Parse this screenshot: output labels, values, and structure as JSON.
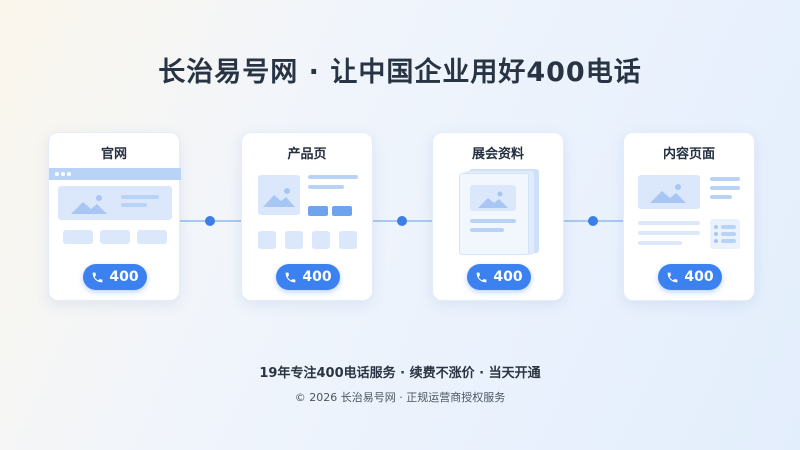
{
  "title": "长治易号网 · 让中国企业用好400电话",
  "cards": [
    {
      "title": "官网",
      "button": "400"
    },
    {
      "title": "产品页",
      "button": "400"
    },
    {
      "title": "展会资料",
      "button": "400"
    },
    {
      "title": "内容页面",
      "button": "400"
    }
  ],
  "footer": {
    "tagline": "19年专注400电话服务 · 续费不涨价 · 当天开通",
    "copyright": "© 2026 长治易号网 · 正规运营商授权服务"
  },
  "colors": {
    "accent": "#3b82f0",
    "title": "#283444",
    "mock_light": "#dbe8fb",
    "mock_mid": "#b9d3f6"
  },
  "icons": [
    "phone-icon",
    "image-icon"
  ]
}
